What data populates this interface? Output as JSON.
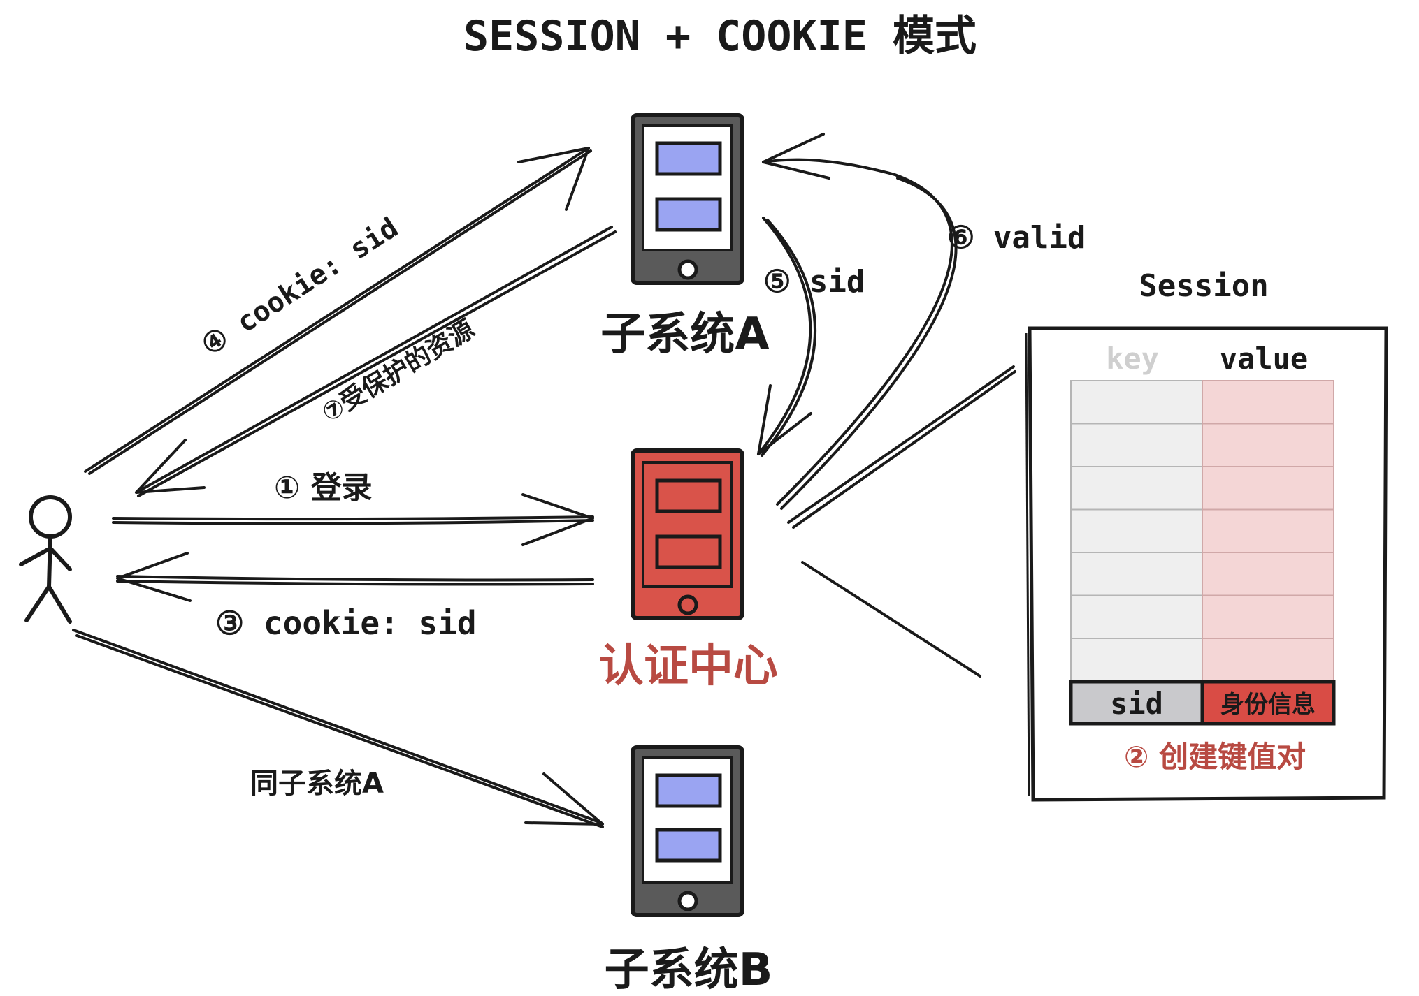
{
  "title": "SESSION + COOKIE 模式",
  "nodes": {
    "subsystem_a": "子系统A",
    "auth_center": "认证中心",
    "subsystem_b": "子系统B"
  },
  "edges": {
    "login": "① 登录",
    "cookie_sid_3": "③ cookie: sid",
    "cookie_sid_4": "④ cookie: sid",
    "protected": "⑦受保护的资源",
    "sid_5": "⑤ sid",
    "valid_6": "⑥ valid",
    "same_as_a": "同子系统A"
  },
  "session": {
    "title": "Session",
    "headers": {
      "key": "key",
      "value": "value"
    },
    "last_row": {
      "key": "sid",
      "value": "身份信息"
    },
    "empty_rows": 7,
    "caption": "② 创建键值对"
  },
  "colors": {
    "auth_fill": "#d9534a",
    "auth_text": "#b84a42",
    "screen_blue": "#9aa4f2",
    "device_gray": "#555555",
    "key_cell": "#efefef",
    "value_cell": "#f4d6d6",
    "sid_cell": "#c9c9cc",
    "info_cell": "#d94c45",
    "caption_red": "#b84a42"
  }
}
